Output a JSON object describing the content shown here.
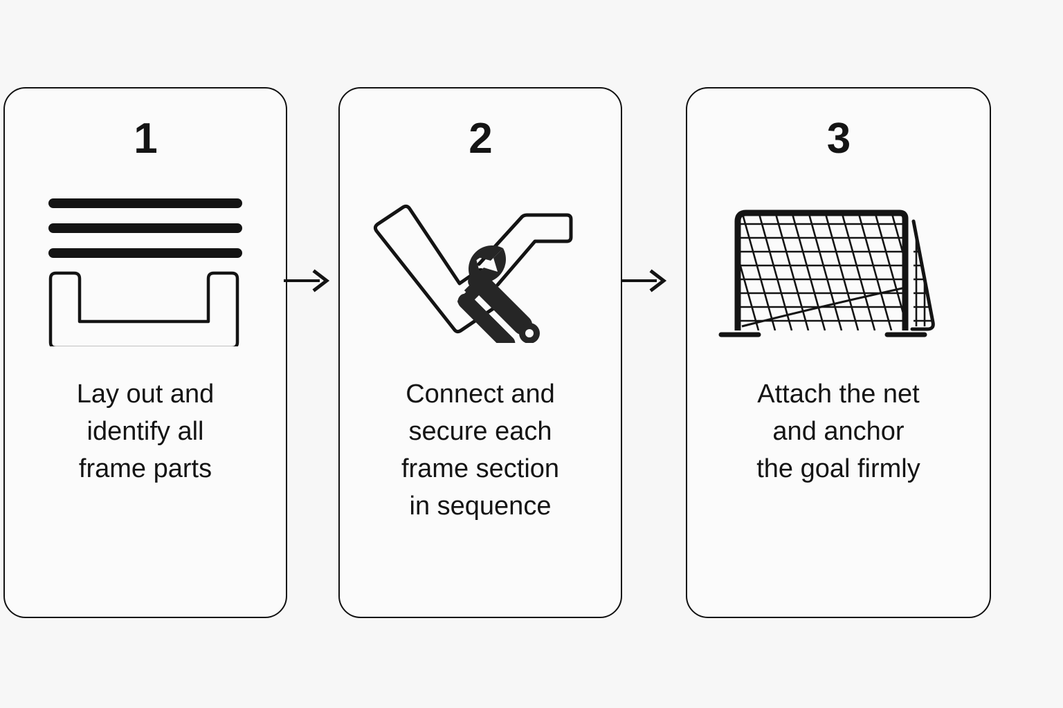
{
  "background_color": "#f7f7f7",
  "ink_color": "#141414",
  "diagram": {
    "type": "three-step-process-flow",
    "orientation": "horizontal",
    "steps": [
      {
        "number": "1",
        "icon_name": "frame-bars-and-channel-icon",
        "icon_description": "three horizontal bars above a U-shaped channel profile",
        "caption": "Lay out and\nidentify all\nframe parts"
      },
      {
        "number": "2",
        "icon_name": "frame-joint-wrench-icon",
        "icon_description": "two angled frame sections joined with a wrench overlay",
        "caption": "Connect and\nsecure each\nframe section\nin sequence"
      },
      {
        "number": "3",
        "icon_name": "soccer-goal-net-icon",
        "icon_description": "soccer goal with mesh net, posts, crossbar, base feet and side net panel",
        "caption": "Attach the net\nand anchor\nthe goal firmly"
      }
    ],
    "connectors": [
      {
        "name": "arrow-step1-to-step2",
        "glyph": "right-arrow"
      },
      {
        "name": "arrow-step2-to-step3",
        "glyph": "right-arrow"
      }
    ]
  }
}
